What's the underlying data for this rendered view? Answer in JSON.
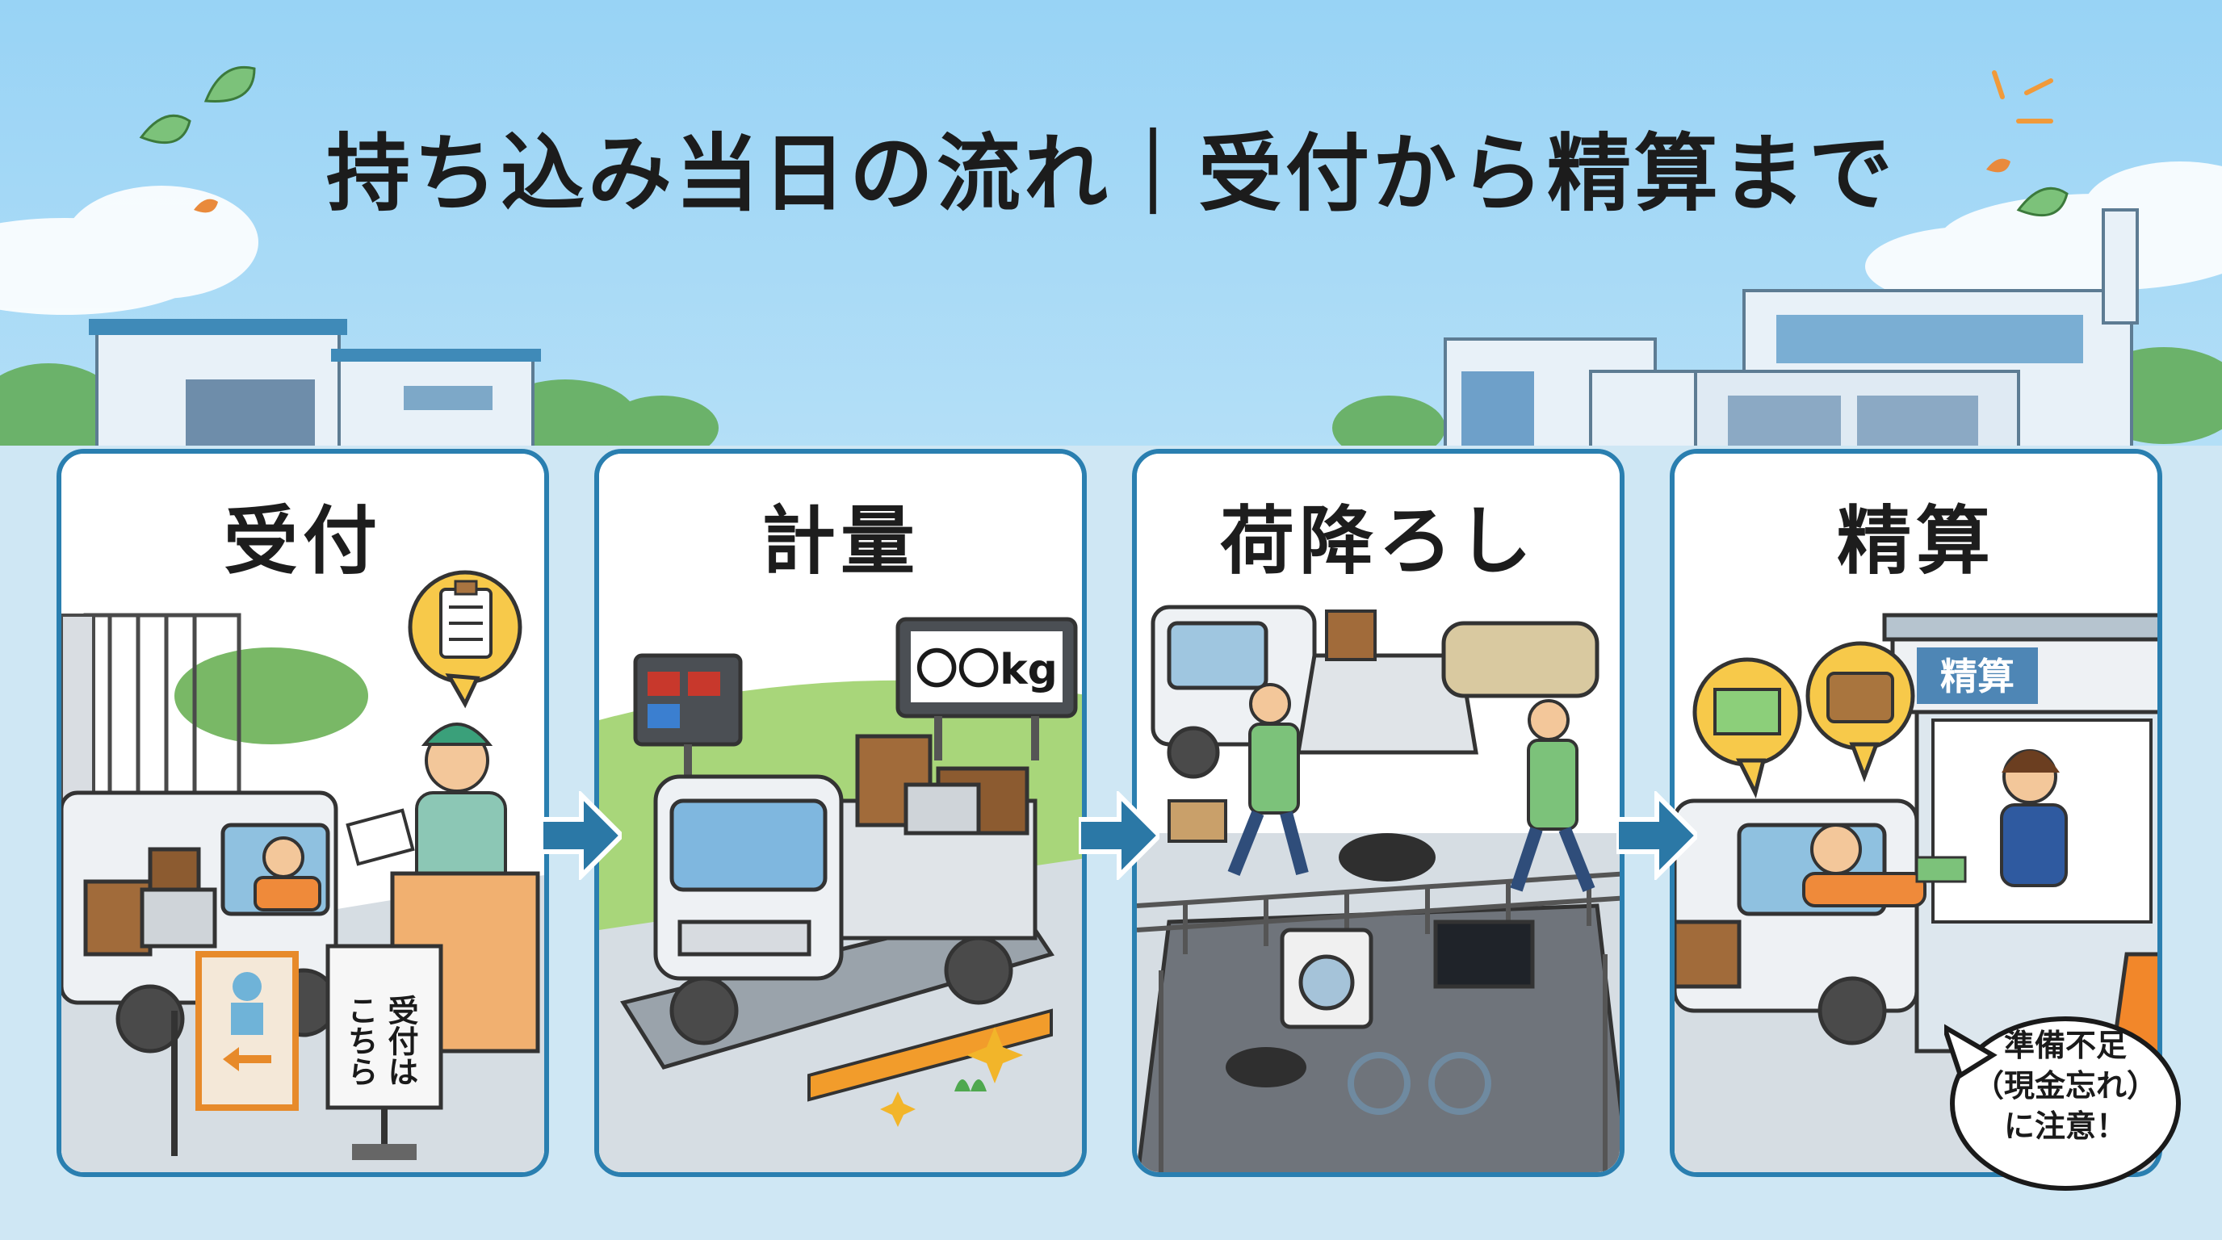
{
  "title": "持ち込み当日の流れ｜受付から精算まで",
  "steps": [
    {
      "label": "受付",
      "sign": "受付は",
      "sign2": "こちら"
    },
    {
      "label": "計量",
      "display": "〇〇kg"
    },
    {
      "label": "荷降ろし"
    },
    {
      "label": "精算",
      "booth_sign": "精算"
    }
  ],
  "warning": {
    "line1": "準備不足",
    "line2": "（現金忘れ）",
    "line3": "に注意！"
  },
  "colors": {
    "sky": "#bfe6fa",
    "panel_border": "#2a7fb0",
    "arrow": "#2b78a6",
    "ground": "#cfe7f4"
  }
}
